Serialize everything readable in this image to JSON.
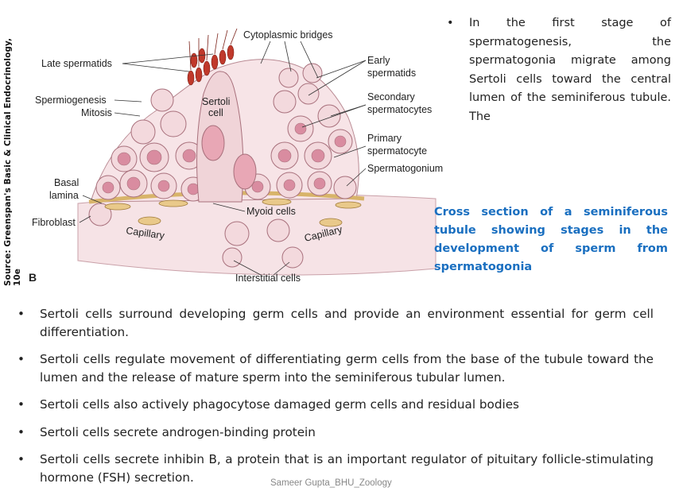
{
  "source": "Source: Greenspan's Basic & Clinical Endocrinology, 10e",
  "figure": {
    "labels": {
      "cytoplasmic_bridges": "Cytoplasmic bridges",
      "late_spermatids": "Late spermatids",
      "spermiogenesis": "Spermiogenesis",
      "mitosis": "Mitosis",
      "sertoli_line1": "Sertoli",
      "sertoli_line2": "cell",
      "early_line1": "Early",
      "early_line2": "spermatids",
      "secondary_line1": "Secondary",
      "secondary_line2": "spermatocytes",
      "primary_line1": "Primary",
      "primary_line2": "spermatocyte",
      "spermatogonium": "Spermatogonium",
      "basal_line1": "Basal",
      "basal_line2": "lamina",
      "fibroblast": "Fibroblast",
      "myoid": "Myoid cells",
      "capillary_left": "Capillary",
      "capillary_right": "Capillary",
      "interstitial": "Interstitial cells",
      "panel": "B"
    },
    "colors": {
      "cell_fill": "#f3d9dd",
      "nucleus": "#d98ca0",
      "lamina": "#e9c98a",
      "spermatid_head": "#c0392b"
    }
  },
  "right_bullet": {
    "marker": "•",
    "text": "In the first stage of spermatogenesis, the spermatogonia migrate among Sertoli cells toward the central lumen of the seminiferous tubule. The"
  },
  "caption": "Cross section of a seminiferous tubule showing stages in the development of sperm from spermatogonia",
  "bullets": [
    "Sertoli cells surround developing germ cells and provide an environment essential for germ cell differentiation.",
    "Sertoli cells regulate movement of differentiating germ cells from the base of the tubule toward the lumen and the release of mature sperm into the seminiferous tubular lumen.",
    "Sertoli cells also actively phagocytose damaged germ cells and residual bodies",
    " Sertoli cells secrete androgen-binding protein",
    "Sertoli cells secrete inhibin B, a protein that is an important regulator of pituitary follicle-stimulating hormone (FSH) secretion."
  ],
  "bullet_marker": "•",
  "watermark": "Sameer Gupta_BHU_Zoology"
}
